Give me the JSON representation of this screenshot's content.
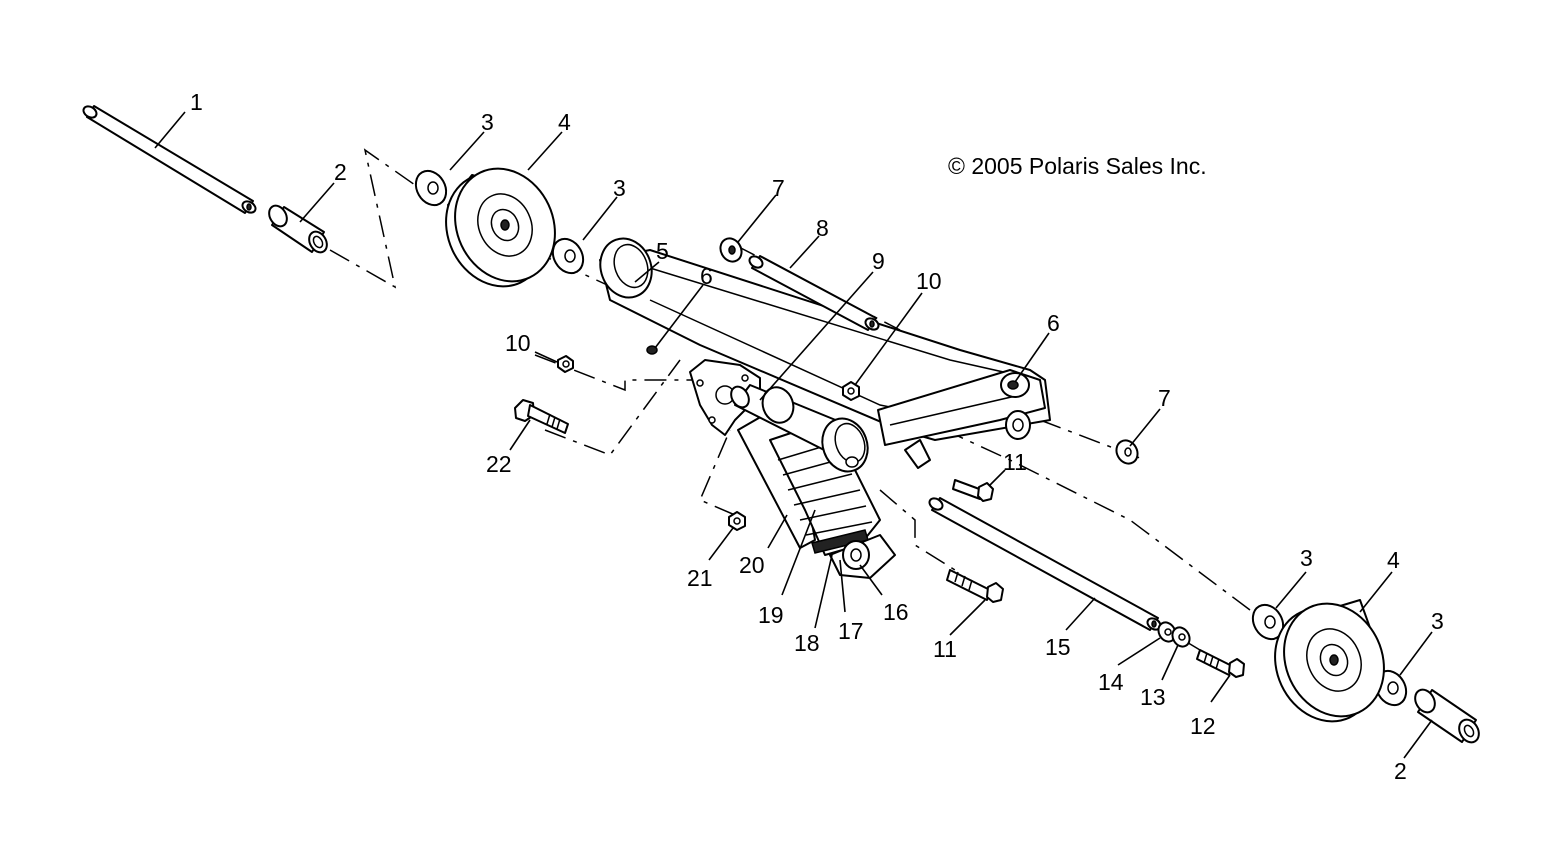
{
  "copyright": "© 2005 Polaris Sales Inc.",
  "callouts": {
    "c1": "1",
    "c2a": "2",
    "c2b": "2",
    "c3a": "3",
    "c3b": "3",
    "c3c": "3",
    "c3d": "3",
    "c4a": "4",
    "c4b": "4",
    "c5": "5",
    "c6a": "6",
    "c6b": "6",
    "c7a": "7",
    "c7b": "7",
    "c8": "8",
    "c9": "9",
    "c10a": "10",
    "c10b": "10",
    "c11a": "11",
    "c11b": "11",
    "c12": "12",
    "c13": "13",
    "c14": "14",
    "c15": "15",
    "c16": "16",
    "c17": "17",
    "c18": "18",
    "c19": "19",
    "c20": "20",
    "c21": "21",
    "c22": "22"
  }
}
